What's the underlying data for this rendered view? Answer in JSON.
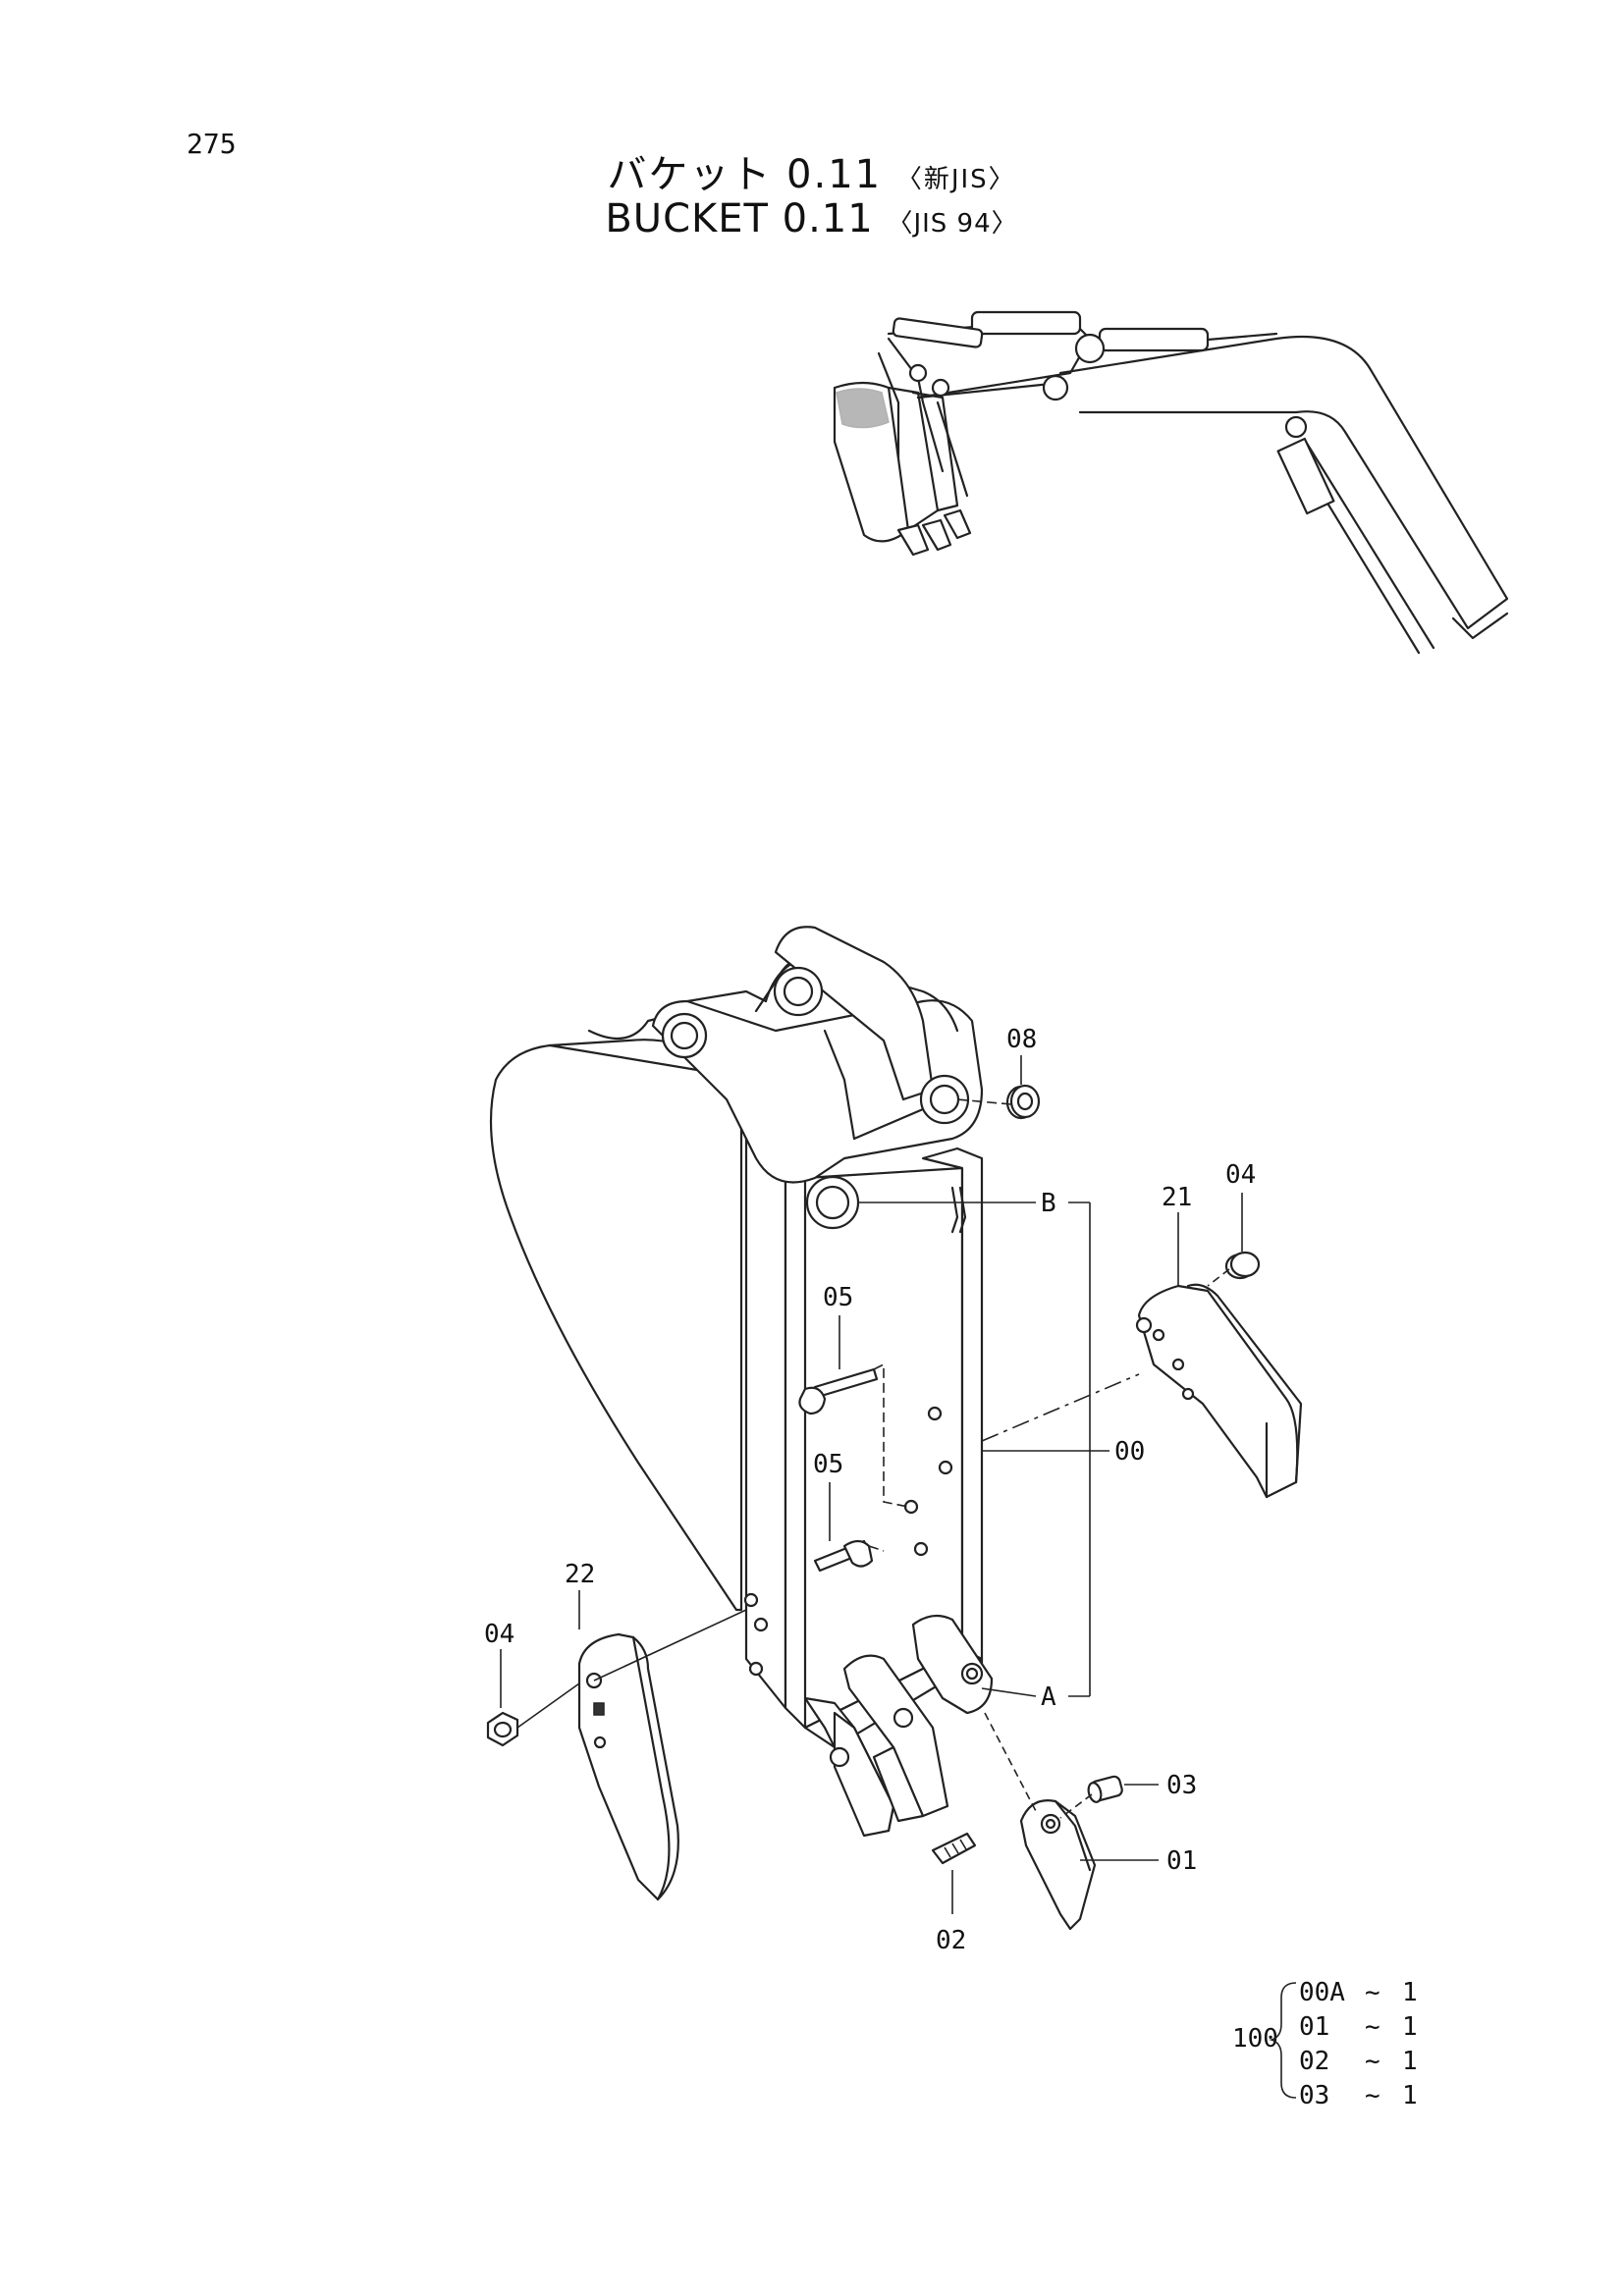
{
  "page_number": "275",
  "title_jp": {
    "main": "バケット 0.11",
    "sub": "〈新JIS〉"
  },
  "title_en": {
    "main": "BUCKET 0.11",
    "sub": "〈JIS 94〉"
  },
  "callouts": {
    "p08": "08",
    "p04_right": "04",
    "p21": "21",
    "pB": "B",
    "p05_upper": "05",
    "p05_lower": "05",
    "p00": "00",
    "p22": "22",
    "p04_left": "04",
    "pA": "A",
    "p03": "03",
    "p01": "01",
    "p02": "02"
  },
  "kit": {
    "label": "100",
    "rows": [
      {
        "part": "00A",
        "sep": "~",
        "qty": "1"
      },
      {
        "part": "01",
        "sep": "~",
        "qty": "1"
      },
      {
        "part": "02",
        "sep": "~",
        "qty": "1"
      },
      {
        "part": "03",
        "sep": "~",
        "qty": "1"
      }
    ]
  }
}
